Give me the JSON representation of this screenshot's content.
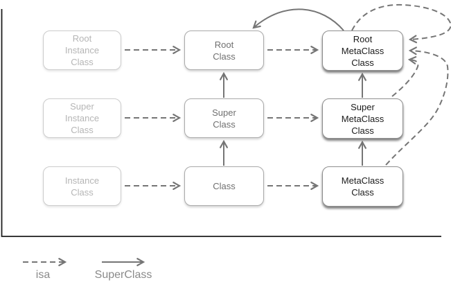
{
  "diagram": {
    "nodes": {
      "root_instance": {
        "label": "Root\nInstance\nClass"
      },
      "super_instance": {
        "label": "Super\nInstance\nClass"
      },
      "instance": {
        "label": "Instance\nClass"
      },
      "root_class": {
        "label": "Root\nClass"
      },
      "super_class": {
        "label": "Super\nClass"
      },
      "class": {
        "label": "Class"
      },
      "root_metaclass": {
        "label": "Root\nMetaClass\nClass"
      },
      "super_metaclass": {
        "label": "Super\nMetaClass\nClass"
      },
      "metaclass": {
        "label": "MetaClass\nClass"
      }
    },
    "edges": [
      {
        "from": "root_instance",
        "to": "root_class",
        "type": "isa"
      },
      {
        "from": "super_instance",
        "to": "super_class",
        "type": "isa"
      },
      {
        "from": "instance",
        "to": "class",
        "type": "isa"
      },
      {
        "from": "root_class",
        "to": "root_metaclass",
        "type": "isa"
      },
      {
        "from": "super_class",
        "to": "super_metaclass",
        "type": "isa"
      },
      {
        "from": "class",
        "to": "metaclass",
        "type": "isa"
      },
      {
        "from": "root_metaclass",
        "to": "root_metaclass",
        "type": "isa"
      },
      {
        "from": "super_metaclass",
        "to": "root_metaclass",
        "type": "isa"
      },
      {
        "from": "metaclass",
        "to": "root_metaclass",
        "type": "isa"
      },
      {
        "from": "super_class",
        "to": "root_class",
        "type": "superclass"
      },
      {
        "from": "class",
        "to": "super_class",
        "type": "superclass"
      },
      {
        "from": "super_metaclass",
        "to": "root_metaclass",
        "type": "superclass"
      },
      {
        "from": "metaclass",
        "to": "super_metaclass",
        "type": "superclass"
      },
      {
        "from": "root_metaclass",
        "to": "root_class",
        "type": "superclass"
      }
    ],
    "colors": {
      "arrow": "#757575",
      "frame": "#1c1c1c",
      "instance_text": "#b5b5b5",
      "class_text": "#6f6f6f",
      "meta_text": "#1a1a1a",
      "legend_text": "#8a8a8a"
    }
  },
  "legend": {
    "isa_label": "isa",
    "superclass_label": "SuperClass"
  }
}
